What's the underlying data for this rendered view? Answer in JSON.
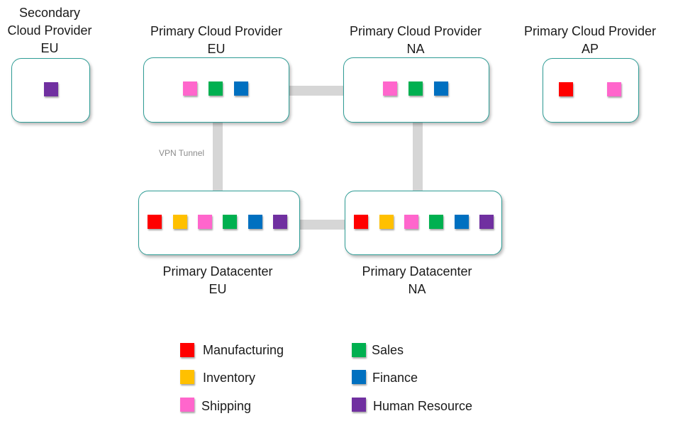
{
  "colors": {
    "manufacturing": "#ff0000",
    "inventory": "#ffc000",
    "shipping": "#ff66cc",
    "sales": "#00b050",
    "finance": "#0070c0",
    "human_resource": "#7030a0",
    "border": "#2f9d96",
    "connector": "#d6d6d6"
  },
  "nodes": {
    "secondary_eu": {
      "line1": "Secondary",
      "line2": "Cloud Provider",
      "line3": "EU",
      "squares": [
        "human_resource"
      ]
    },
    "cloud_eu": {
      "line1": "Primary Cloud Provider",
      "line2": "EU",
      "squares": [
        "shipping",
        "sales",
        "finance"
      ]
    },
    "cloud_na": {
      "line1": "Primary Cloud Provider",
      "line2": "NA",
      "squares": [
        "shipping",
        "sales",
        "finance"
      ]
    },
    "cloud_ap": {
      "line1": "Primary Cloud Provider",
      "line2": "AP",
      "squares": [
        "manufacturing",
        "shipping"
      ]
    },
    "dc_eu": {
      "line1": "Primary Datacenter",
      "line2": "EU",
      "squares": [
        "manufacturing",
        "inventory",
        "shipping",
        "sales",
        "finance",
        "human_resource"
      ]
    },
    "dc_na": {
      "line1": "Primary Datacenter",
      "line2": "NA",
      "squares": [
        "manufacturing",
        "inventory",
        "shipping",
        "sales",
        "finance",
        "human_resource"
      ]
    }
  },
  "connections": {
    "vpn_label": "VPN Tunnel"
  },
  "legend": [
    {
      "key": "manufacturing",
      "label": "Manufacturing"
    },
    {
      "key": "inventory",
      "label": "Inventory"
    },
    {
      "key": "shipping",
      "label": "Shipping"
    },
    {
      "key": "sales",
      "label": "Sales"
    },
    {
      "key": "finance",
      "label": "Finance"
    },
    {
      "key": "human_resource",
      "label": "Human Resource"
    }
  ]
}
